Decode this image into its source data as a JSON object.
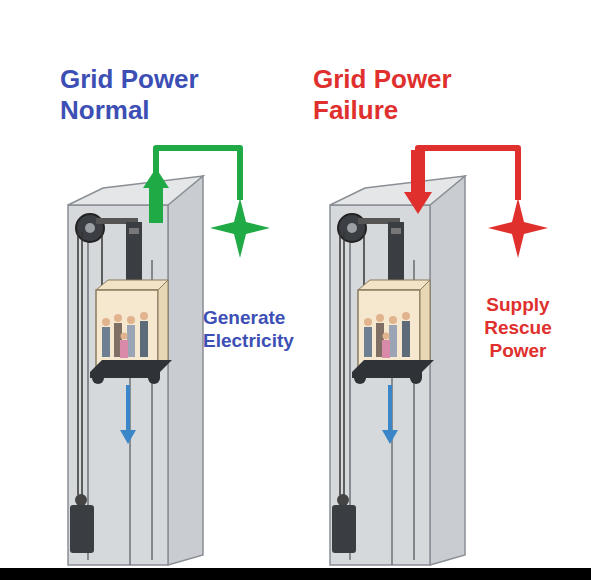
{
  "diagram": {
    "labels": [
      "Grid Power Normal",
      "Generate Electricity",
      "Grid Power Failure",
      "Supply Rescue Power"
    ]
  }
}
